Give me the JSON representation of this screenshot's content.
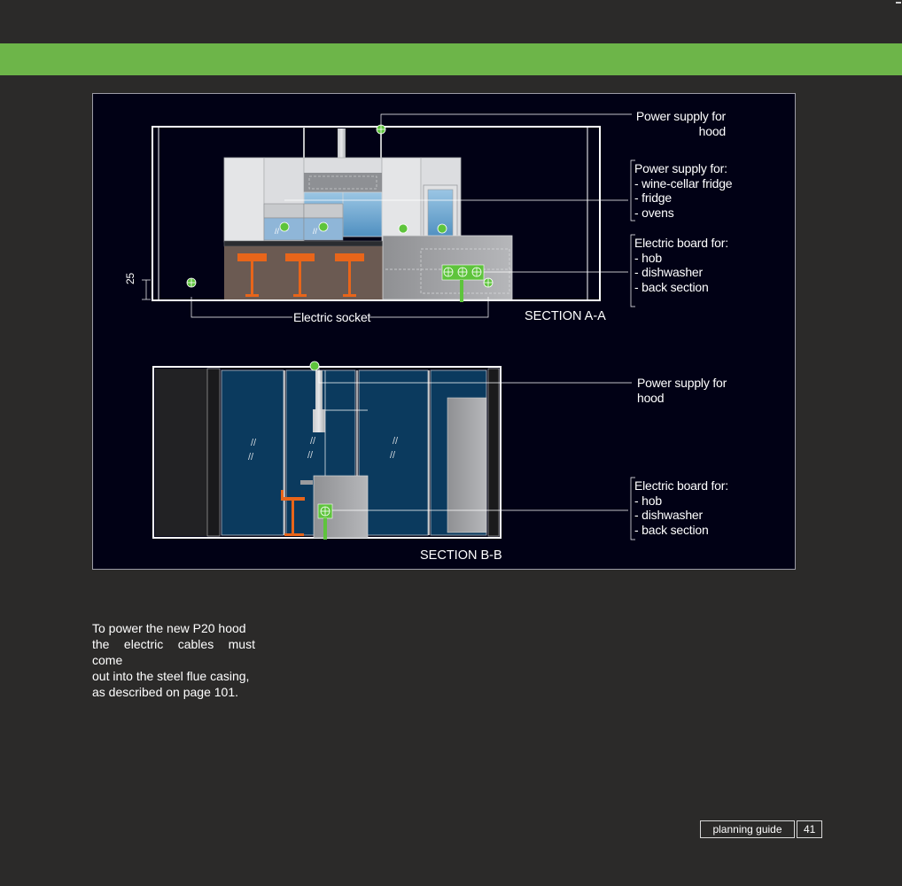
{
  "section_a": {
    "title": "SECTION A-A",
    "dimension": "25",
    "callout_hood": [
      "Power supply for",
      "hood"
    ],
    "callout_supply": [
      "Power supply for:",
      "- wine-cellar fridge",
      "- fridge",
      "- ovens"
    ],
    "callout_board": [
      "Electric board for:",
      "- hob",
      "- dishwasher",
      "- back section"
    ],
    "socket_label": "Electric socket"
  },
  "section_b": {
    "title": "SECTION B-B",
    "callout_hood": [
      "Power supply for",
      "hood"
    ],
    "callout_board": [
      "Electric board for:",
      "- hob",
      "- dishwasher",
      "- back section"
    ]
  },
  "note": [
    "To power the new P20 hood",
    "the electric cables must come",
    "out into the steel flue casing,",
    "as described on page 101."
  ],
  "footer": {
    "label": "planning guide",
    "page": "41"
  },
  "colors": {
    "accent_green": "#6db549",
    "background": "#2b2a29",
    "panel": "#010115",
    "stool_orange": "#e8651a",
    "glass_blue": "#0b3a5e",
    "socket_green": "#5ec43c"
  }
}
